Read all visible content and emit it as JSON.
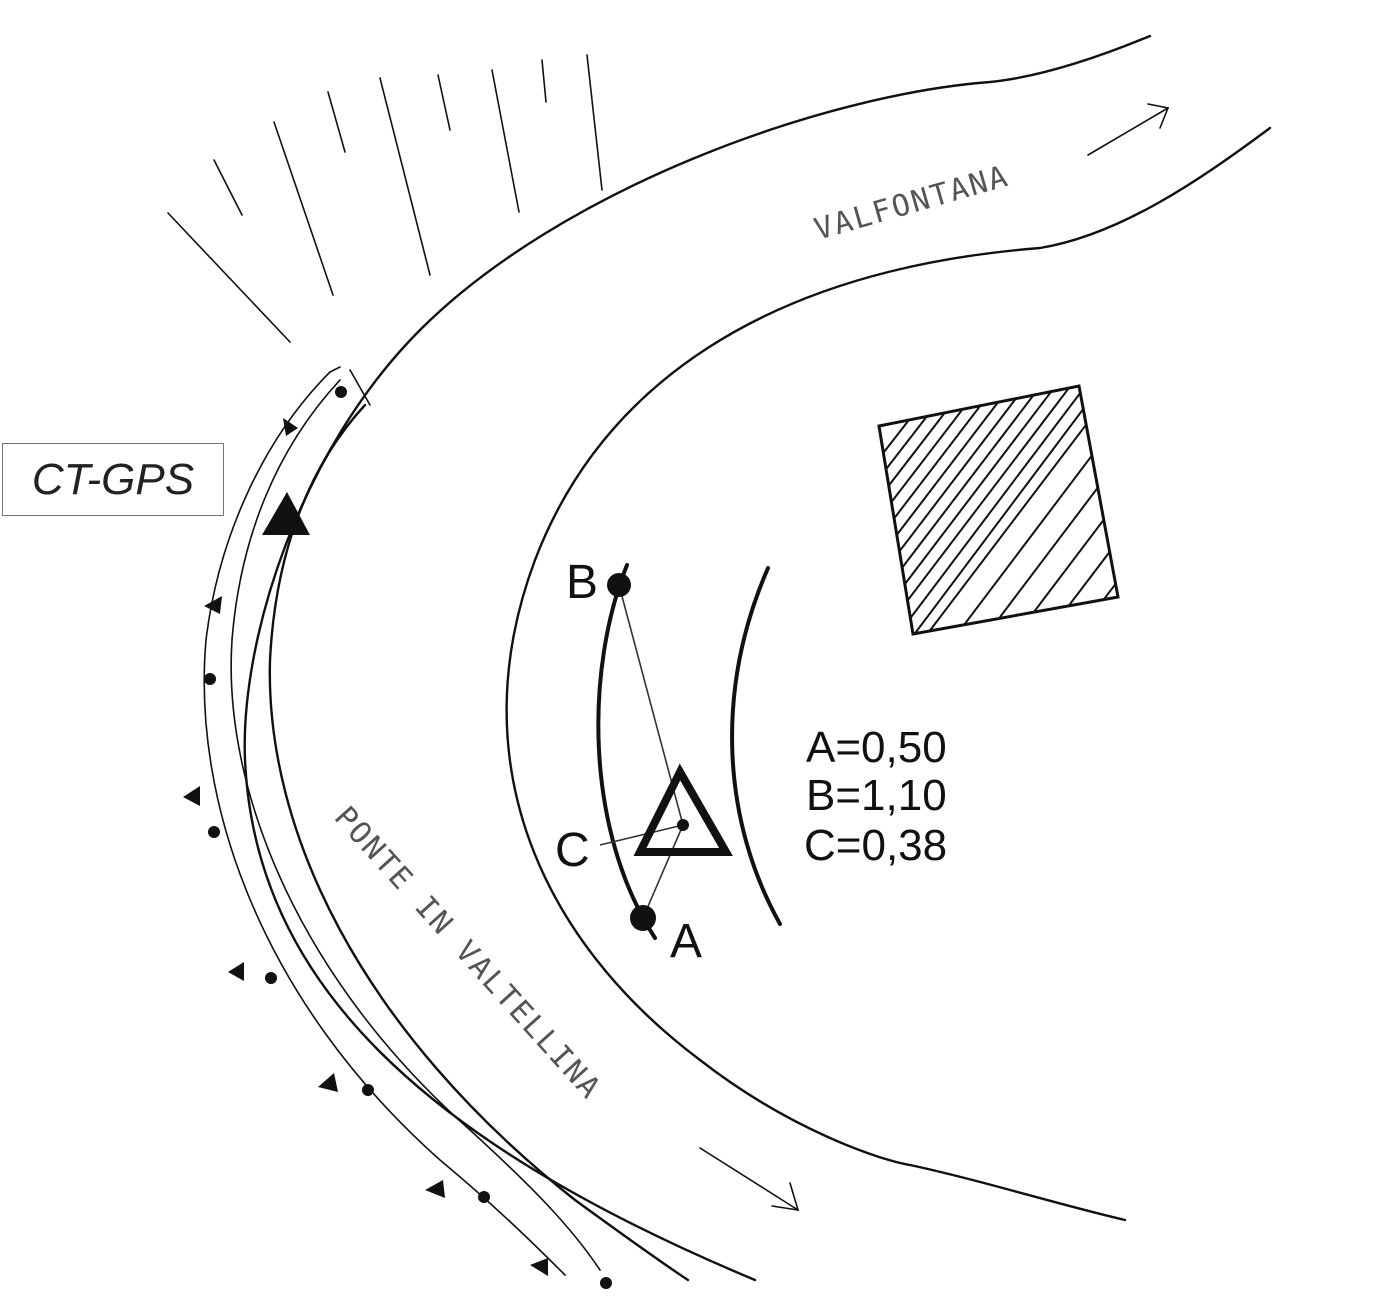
{
  "streets": {
    "valfontana": "VALFONTANA",
    "ponte": "PONTE IN VALTELLINA"
  },
  "points": {
    "a": "A",
    "b": "B",
    "c": "C"
  },
  "values": {
    "a": "A=0,50",
    "b": "B=1,10",
    "c": "C=0,38"
  },
  "gps_station": {
    "label": "CT-GPS"
  }
}
